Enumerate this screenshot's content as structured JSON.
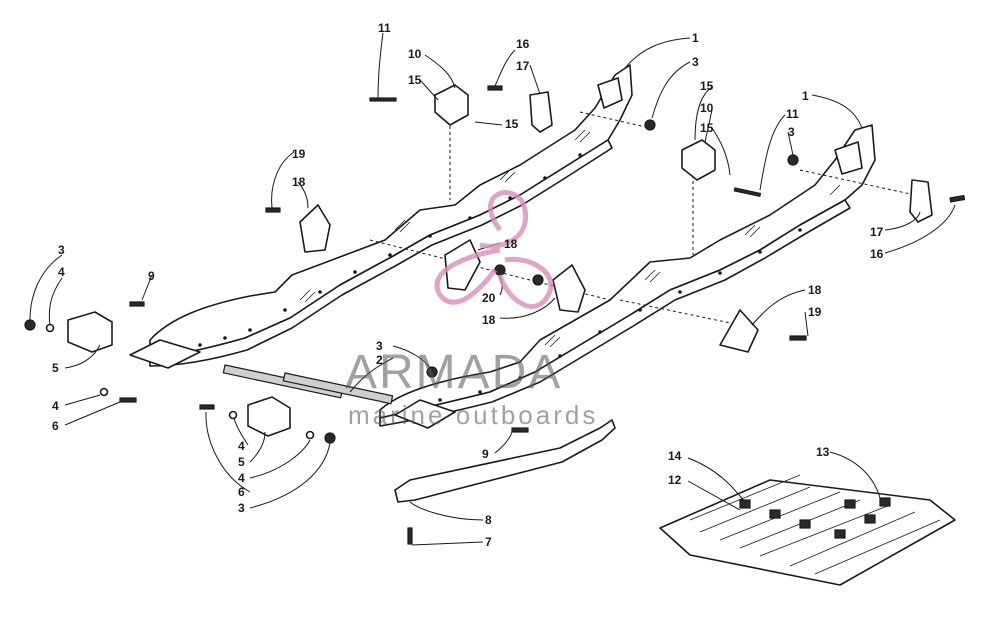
{
  "watermark": {
    "brand": "ARMADA",
    "tagline": "marine outboards",
    "logo_color": "#d98cb8"
  },
  "callouts": [
    {
      "id": "c1a",
      "label": "1"
    },
    {
      "id": "c3a",
      "label": "3"
    },
    {
      "id": "c11a",
      "label": "11"
    },
    {
      "id": "c10a",
      "label": "10"
    },
    {
      "id": "c15a",
      "label": "15"
    },
    {
      "id": "c15b",
      "label": "15"
    },
    {
      "id": "c16a",
      "label": "16"
    },
    {
      "id": "c17a",
      "label": "17"
    },
    {
      "id": "c15c",
      "label": "15"
    },
    {
      "id": "c10b",
      "label": "10"
    },
    {
      "id": "c15d",
      "label": "15"
    },
    {
      "id": "c1b",
      "label": "1"
    },
    {
      "id": "c11b",
      "label": "11"
    },
    {
      "id": "c3b",
      "label": "3"
    },
    {
      "id": "c19a",
      "label": "19"
    },
    {
      "id": "c18a",
      "label": "18"
    },
    {
      "id": "c18b",
      "label": "18"
    },
    {
      "id": "c20",
      "label": "20"
    },
    {
      "id": "c18c",
      "label": "18"
    },
    {
      "id": "c17b",
      "label": "17"
    },
    {
      "id": "c16b",
      "label": "16"
    },
    {
      "id": "c18d",
      "label": "18"
    },
    {
      "id": "c19b",
      "label": "19"
    },
    {
      "id": "c3c",
      "label": "3"
    },
    {
      "id": "c4a",
      "label": "4"
    },
    {
      "id": "c9a",
      "label": "9"
    },
    {
      "id": "c5a",
      "label": "5"
    },
    {
      "id": "c4b",
      "label": "4"
    },
    {
      "id": "c6a",
      "label": "6"
    },
    {
      "id": "c3d",
      "label": "3"
    },
    {
      "id": "c2",
      "label": "2"
    },
    {
      "id": "c9b",
      "label": "9"
    },
    {
      "id": "c4c",
      "label": "4"
    },
    {
      "id": "c5b",
      "label": "5"
    },
    {
      "id": "c4d",
      "label": "4"
    },
    {
      "id": "c6b",
      "label": "6"
    },
    {
      "id": "c3e",
      "label": "3"
    },
    {
      "id": "c8",
      "label": "8"
    },
    {
      "id": "c7",
      "label": "7"
    },
    {
      "id": "c14",
      "label": "14"
    },
    {
      "id": "c13",
      "label": "13"
    },
    {
      "id": "c12",
      "label": "12"
    }
  ]
}
